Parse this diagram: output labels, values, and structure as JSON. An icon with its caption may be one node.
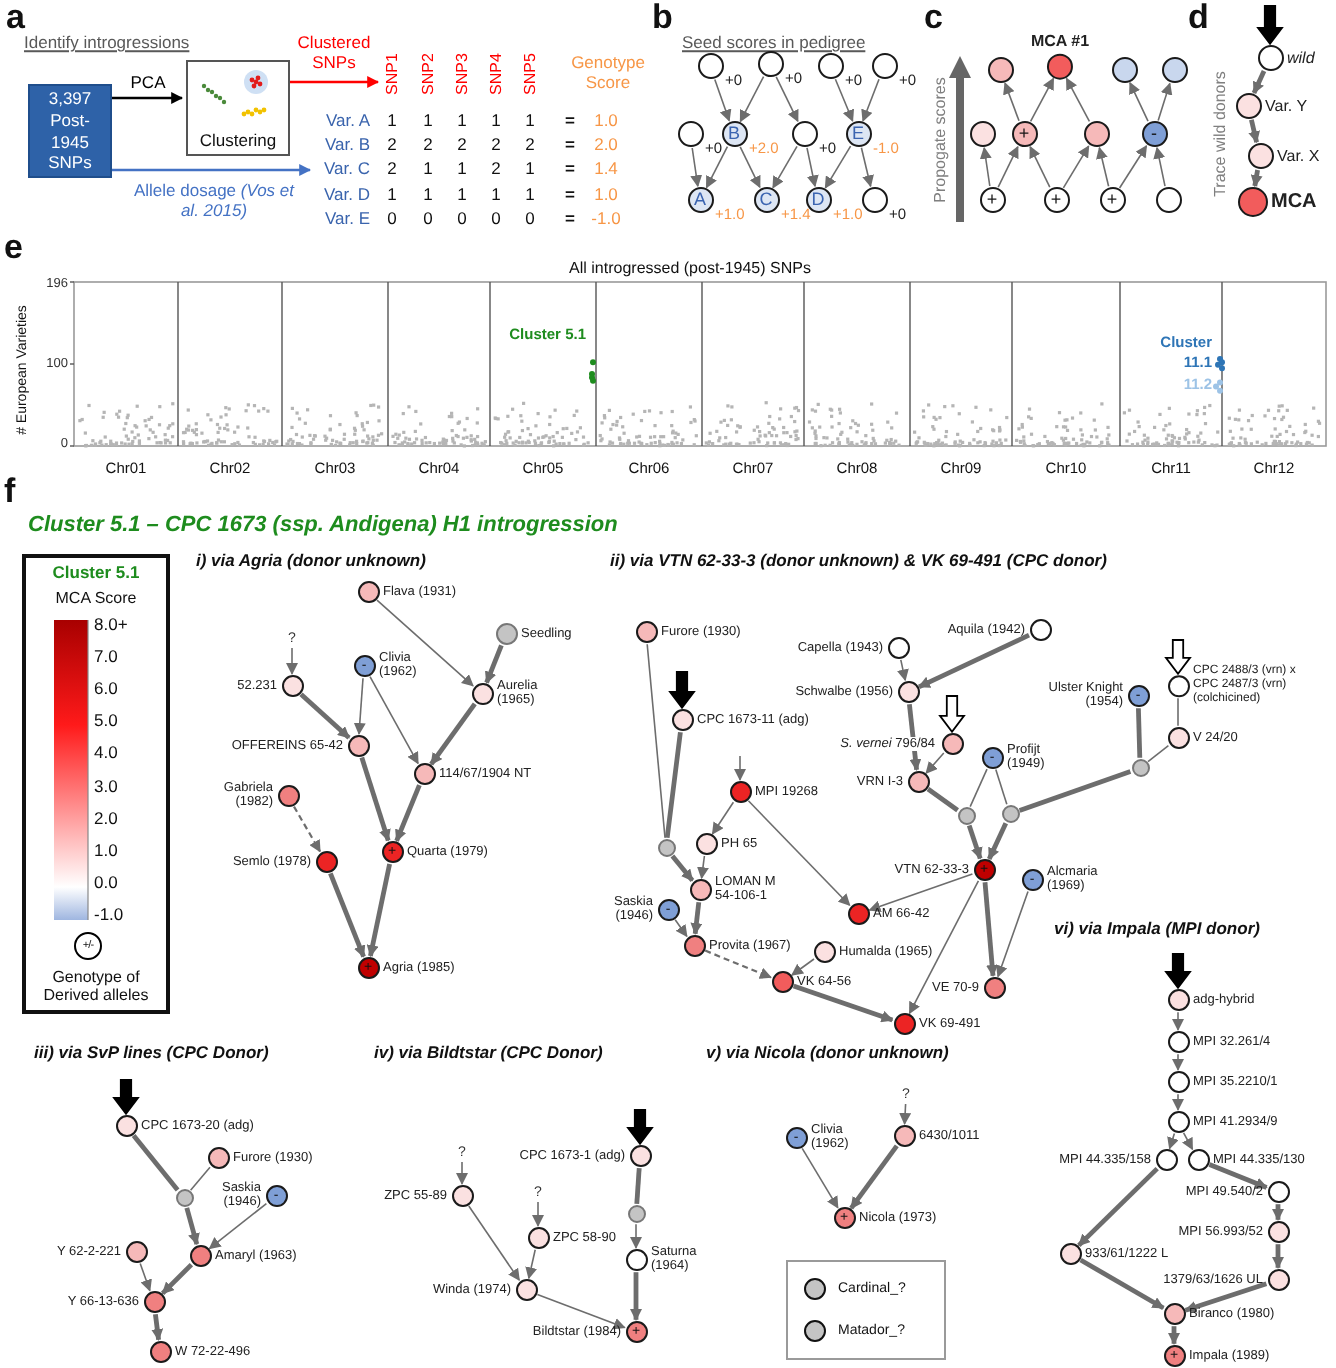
{
  "diagram": {
    "nodes": [
      {
        "text": [
          "3,397 Post-1945 SNPs"
        ]
      },
      {
        "text": [
          "Clustering"
        ]
      },
      {
        "text": [
          "SNP1"
        ]
      },
      {
        "text": [
          "Var. C"
        ]
      },
      {
        "text": [],
        "shape": "circle",
        "beside": [
          "+0"
        ]
      },
      {
        "text": [],
        "shape": "circle",
        "beside": [
          "+0"
        ]
      },
      {
        "text": [],
        "shape": "circle",
        "beside": [
          "+0"
        ]
      },
      {
        "text": [],
        "shape": "circle",
        "beside": [
          "+0"
        ]
      },
      {
        "text": [],
        "shape": "circle",
        "beside": [
          "+0"
        ]
      },
      {
        "text": [
          "B"
        ],
        "beside": [
          "+2.0"
        ]
      },
      {
        "text": [],
        "shape": "circle",
        "beside": [
          "+0"
        ]
      },
      {
        "text": [
          "E"
        ],
        "beside": [
          "-1.0"
        ]
      },
      {
        "text": [
          "A"
        ],
        "beside": [
          "+1.0"
        ]
      },
      {
        "text": [
          "C"
        ],
        "beside": [
          "+1.4"
        ]
      },
      {
        "text": [
          "D"
        ],
        "beside": [
          "+1.0"
        ]
      },
      {
        "text": [],
        "shape": "circle",
        "beside": [
          "+0"
        ]
      },
      {
        "text": [],
        "shape": "circle"
      },
      {
        "text": [
          "MCA #1"
        ]
      },
      {
        "text": [],
        "shape": "circle"
      },
      {
        "text": [],
        "shape": "circle"
      },
      {
        "text": [],
        "shape": "circle"
      },
      {
        "text": [
          "+"
        ]
      },
      {
        "text": [],
        "shape": "circle"
      },
      {
        "text": [
          "-"
        ]
      },
      {
        "text": [
          "+"
        ]
      },
      {
        "text": [
          "+"
        ]
      },
      {
        "text": [
          "+"
        ]
      },
      {
        "text": [],
        "shape": "circle"
      },
      {
        "text": [
          "wild"
        ]
      },
      {
        "text": [
          "Var. Y"
        ]
      },
      {
        "text": [
          "Var. X"
        ]
      },
      {
        "text": [
          "MCA"
        ]
      },
      {
        "text": [
          "Flava (1931)"
        ]
      },
      {
        "text": [
          "Seedling"
        ]
      },
      {
        "text": [
          "?"
        ]
      },
      {
        "text": [
          "-",
          "Clivia (1962)"
        ]
      },
      {
        "text": [
          "52.231"
        ]
      },
      {
        "text": [
          "Aurelia (1965)"
        ]
      },
      {
        "text": [
          "OFFEREINS 65-42"
        ]
      },
      {
        "text": [
          "114/67/1904 NT"
        ]
      },
      {
        "text": [
          "Gabriela (1982)"
        ]
      },
      {
        "text": [
          "+",
          "Quarta (1979)"
        ]
      },
      {
        "text": [
          "Semlo (1978)"
        ]
      },
      {
        "text": [
          "+",
          "Agria (1985)"
        ]
      },
      {
        "text": [
          "Furore (1930)"
        ]
      },
      {
        "text": [
          "Aquila (1942)"
        ]
      },
      {
        "text": [
          "Capella (1943)"
        ]
      },
      {
        "text": [
          "Schwalbe (1956)"
        ]
      },
      {
        "text": [
          "CPC 2488/3 (vrn) x CPC 2487/3 (vrn) (colchicined)"
        ]
      },
      {
        "text": [
          "Ulster Knight (1954)",
          "-"
        ]
      },
      {
        "text": [
          "CPC 1673-11 (adg)"
        ]
      },
      {
        "text": [
          "*S. vernei* 796/84"
        ]
      },
      {
        "text": [
          "V 24/20"
        ]
      },
      {
        "text": [
          "-",
          "Profijt (1949)"
        ]
      },
      {
        "text": [
          "VRN I-3"
        ]
      },
      {
        "text": [
          "MPI 19268"
        ]
      },
      {
        "text": [],
        "shape": "circle"
      },
      {
        "text": [],
        "shape": "circle"
      },
      {
        "text": [],
        "shape": "circle"
      },
      {
        "text": [],
        "shape": "circle"
      },
      {
        "text": [
          "PH 65"
        ]
      },
      {
        "text": [
          "VTN 62-33-3",
          "+"
        ]
      },
      {
        "text": [
          "-",
          "Alcmaria (1969)"
        ]
      },
      {
        "text": [
          "LOMAN M 54-106-1"
        ]
      },
      {
        "text": [
          "Saskia (1946)",
          "-"
        ]
      },
      {
        "text": [
          "AM 66-42"
        ]
      },
      {
        "text": [
          "Provita (1967)"
        ]
      },
      {
        "text": [
          "Humalda (1965)"
        ]
      },
      {
        "text": [
          "VK 64-56"
        ]
      },
      {
        "text": [
          "VE 70-9"
        ]
      },
      {
        "text": [
          "VK 69-491"
        ]
      },
      {
        "text": [
          "adg-hybrid"
        ]
      },
      {
        "text": [
          "MPI 32.261/4"
        ]
      },
      {
        "text": [
          "MPI 35.2210/1"
        ]
      },
      {
        "text": [
          "MPI 41.2934/9"
        ]
      },
      {
        "text": [
          "MPI 44.335/158"
        ]
      },
      {
        "text": [
          "MPI 44.335/130"
        ]
      },
      {
        "text": [
          "MPI 49.540/2"
        ]
      },
      {
        "text": [
          "MPI 56.993/52"
        ]
      },
      {
        "text": [
          "933/61/1222 L"
        ]
      },
      {
        "text": [
          "1379/63/1626 UL"
        ]
      },
      {
        "text": [
          "Biranco (1980)"
        ]
      },
      {
        "text": [
          "+",
          "Impala (1989)"
        ]
      },
      {
        "text": [
          "CPC 1673-20 (adg)"
        ]
      },
      {
        "text": [
          "Furore (1930)"
        ]
      },
      {
        "text": [],
        "shape": "circle"
      },
      {
        "text": [
          "Saskia (1946)",
          "-"
        ]
      },
      {
        "text": [
          "Y 62-2-221"
        ]
      },
      {
        "text": [
          "Amaryl (1963)"
        ]
      },
      {
        "text": [
          "Y 66-13-636"
        ]
      },
      {
        "text": [
          "W 72-22-496"
        ]
      },
      {
        "text": [
          "?"
        ]
      },
      {
        "text": [
          "CPC 1673-1 (adg)"
        ]
      },
      {
        "text": [
          "ZPC 55-89"
        ]
      },
      {
        "text": [
          "?"
        ]
      },
      {
        "text": [
          "ZPC 58-90"
        ]
      },
      {
        "text": [],
        "shape": "circle"
      },
      {
        "text": [
          "Saturna (1964)"
        ]
      },
      {
        "text": [
          "Winda (1974)"
        ]
      },
      {
        "text": [
          "Bildtstar (1984)",
          "+"
        ]
      },
      {
        "text": [
          "?"
        ]
      },
      {
        "text": [
          "-",
          "Clivia (1962)"
        ]
      },
      {
        "text": [
          "6430/1011"
        ]
      },
      {
        "text": [
          "+",
          "Nicola (1973)"
        ]
      }
    ],
    "edges": [
      {
        "from": 0,
        "to": 1,
        "arrow": "to",
        "label": "PCA",
        "color": "#000000"
      },
      {
        "from": 1,
        "to": 2,
        "arrow": "to",
        "label": "Clustered SNPs",
        "color": "#ff0000"
      },
      {
        "from": 0,
        "to": 3,
        "arrow": "to",
        "label": "Allele dosage *(Vos et al. 2015)*",
        "color": "#4472c4"
      },
      {
        "from": 4,
        "to": 9,
        "arrow": "to"
      },
      {
        "from": 5,
        "to": 9,
        "arrow": "to"
      },
      {
        "from": 5,
        "to": 10,
        "arrow": "to"
      },
      {
        "from": 6,
        "to": 11,
        "arrow": "to"
      },
      {
        "from": 7,
        "to": 11,
        "arrow": "to"
      },
      {
        "from": 8,
        "to": 12,
        "arrow": "to"
      },
      {
        "from": 9,
        "to": 12,
        "arrow": "to"
      },
      {
        "from": 9,
        "to": 13,
        "arrow": "to"
      },
      {
        "from": 10,
        "to": 13,
        "arrow": "to"
      },
      {
        "from": 10,
        "to": 14,
        "arrow": "to"
      },
      {
        "from": 11,
        "to": 14,
        "arrow": "to"
      },
      {
        "from": 11,
        "to": 15,
        "arrow": "to"
      },
      {
        "from": 24,
        "to": 20,
        "arrow": "to"
      },
      {
        "from": 24,
        "to": 21,
        "arrow": "to"
      },
      {
        "from": 25,
        "to": 21,
        "arrow": "to"
      },
      {
        "from": 25,
        "to": 22,
        "arrow": "to"
      },
      {
        "from": 26,
        "to": 22,
        "arrow": "to"
      },
      {
        "from": 26,
        "to": 23,
        "arrow": "to"
      },
      {
        "from": 27,
        "to": 23,
        "arrow": "to"
      },
      {
        "from": 21,
        "to": 16,
        "arrow": "to"
      },
      {
        "from": 21,
        "to": 17,
        "arrow": "to"
      },
      {
        "from": 22,
        "to": 17,
        "arrow": "to"
      },
      {
        "from": 23,
        "to": 18,
        "arrow": "to"
      },
      {
        "from": 23,
        "to": 19,
        "arrow": "to"
      },
      {
        "from": null,
        "to": 28,
        "arrow": "to",
        "style": "thick"
      },
      {
        "from": 28,
        "to": 29,
        "arrow": "to",
        "style": "thick"
      },
      {
        "from": 29,
        "to": 30,
        "arrow": "to",
        "style": "thick"
      },
      {
        "from": 30,
        "to": 31,
        "arrow": "to",
        "style": "thick"
      },
      {
        "from": 34,
        "to": 36,
        "arrow": "to"
      },
      {
        "from": 36,
        "to": 38,
        "arrow": "to",
        "style": "thick"
      },
      {
        "from": 35,
        "to": 38,
        "arrow": "to"
      },
      {
        "from": 35,
        "to": 39,
        "arrow": "to"
      },
      {
        "from": 32,
        "to": 37,
        "arrow": "to"
      },
      {
        "from": 33,
        "to": 37,
        "arrow": "to",
        "style": "thick"
      },
      {
        "from": 37,
        "to": 39,
        "arrow": "to",
        "style": "thick"
      },
      {
        "from": 38,
        "to": 41,
        "arrow": "to",
        "style": "thick"
      },
      {
        "from": 39,
        "to": 41,
        "arrow": "to",
        "style": "thick"
      },
      {
        "from": 40,
        "to": 42,
        "arrow": "to",
        "style": "dashed"
      },
      {
        "from": 42,
        "to": 43,
        "arrow": "to",
        "style": "thick"
      },
      {
        "from": 41,
        "to": 43,
        "arrow": "to",
        "style": "thick"
      },
      {
        "from": null,
        "to": 50,
        "arrow": "to",
        "style": "thick"
      },
      {
        "from": null,
        "to": 51,
        "arrow": "to",
        "style": "thick",
        "color": "#ffffff"
      },
      {
        "from": null,
        "to": 48,
        "arrow": "to",
        "style": "thick",
        "color": "#ffffff"
      },
      {
        "from": 44,
        "to": 59,
        "arrow": "none"
      },
      {
        "from": 50,
        "to": 59,
        "arrow": "none",
        "style": "thick"
      },
      {
        "from": 59,
        "to": 63,
        "arrow": "to",
        "style": "thick"
      },
      {
        "from": 46,
        "to": 47,
        "arrow": "to"
      },
      {
        "from": 45,
        "to": 47,
        "arrow": "to",
        "style": "thick"
      },
      {
        "from": 47,
        "to": 54,
        "arrow": "to",
        "style": "thick"
      },
      {
        "from": 51,
        "to": 54,
        "arrow": "to"
      },
      {
        "from": 48,
        "to": 52,
        "arrow": "none"
      },
      {
        "from": 52,
        "to": 56,
        "arrow": "none"
      },
      {
        "from": 49,
        "to": 56,
        "arrow": "none",
        "style": "thick"
      },
      {
        "from": 54,
        "to": 57,
        "arrow": "none",
        "style": "thick"
      },
      {
        "from": 53,
        "to": 57,
        "arrow": "none"
      },
      {
        "from": 53,
        "to": 58,
        "arrow": "none"
      },
      {
        "from": 56,
        "to": 58,
        "arrow": "none",
        "style": "thick"
      },
      {
        "from": 57,
        "to": 61,
        "arrow": "to",
        "style": "thick"
      },
      {
        "from": 58,
        "to": 61,
        "arrow": "to",
        "style": "thick"
      },
      {
        "from": null,
        "to": 55,
        "arrow": "to"
      },
      {
        "from": 55,
        "to": 60,
        "arrow": "to"
      },
      {
        "from": 55,
        "to": 65,
        "arrow": "to"
      },
      {
        "from": 60,
        "to": 63,
        "arrow": "to"
      },
      {
        "from": 63,
        "to": 66,
        "arrow": "to",
        "style": "thick"
      },
      {
        "from": 64,
        "to": 66,
        "arrow": "to"
      },
      {
        "from": 66,
        "to": 68,
        "arrow": "to",
        "style": "dashed"
      },
      {
        "from": 67,
        "to": 68,
        "arrow": "to"
      },
      {
        "from": 61,
        "to": 65,
        "arrow": "to"
      },
      {
        "from": 61,
        "to": 70,
        "arrow": "to"
      },
      {
        "from": 61,
        "to": 69,
        "arrow": "to",
        "style": "thick"
      },
      {
        "from": 62,
        "to": 69,
        "arrow": "to"
      },
      {
        "from": 68,
        "to": 70,
        "arrow": "to",
        "style": "thick"
      },
      {
        "from": null,
        "to": 71,
        "arrow": "to",
        "style": "thick"
      },
      {
        "from": 71,
        "to": 72,
        "arrow": "to"
      },
      {
        "from": 72,
        "to": 73,
        "arrow": "to"
      },
      {
        "from": 73,
        "to": 74,
        "arrow": "to"
      },
      {
        "from": 74,
        "to": 75,
        "arrow": "to"
      },
      {
        "from": 74,
        "to": 76,
        "arrow": "to"
      },
      {
        "from": 76,
        "to": 77,
        "arrow": "to",
        "style": "thick"
      },
      {
        "from": 77,
        "to": 78,
        "arrow": "to",
        "style": "thick"
      },
      {
        "from": 78,
        "to": 80,
        "arrow": "to",
        "style": "thick"
      },
      {
        "from": 75,
        "to": 79,
        "arrow": "to",
        "style": "thick"
      },
      {
        "from": 79,
        "to": 81,
        "arrow": "to",
        "style": "thick"
      },
      {
        "from": 80,
        "to": 81,
        "arrow": "to",
        "style": "thick"
      },
      {
        "from": 81,
        "to": 82,
        "arrow": "to",
        "style": "thick"
      },
      {
        "from": null,
        "to": 83,
        "arrow": "to",
        "style": "thick"
      },
      {
        "from": 83,
        "to": 85,
        "arrow": "none",
        "style": "thick"
      },
      {
        "from": 84,
        "to": 85,
        "arrow": "none"
      },
      {
        "from": 85,
        "to": 88,
        "arrow": "to",
        "style": "thick"
      },
      {
        "from": 86,
        "to": 88,
        "arrow": "to"
      },
      {
        "from": 88,
        "to": 89,
        "arrow": "to",
        "style": "thick"
      },
      {
        "from": 87,
        "to": 89,
        "arrow": "to"
      },
      {
        "from": 89,
        "to": 90,
        "arrow": "to",
        "style": "thick"
      },
      {
        "from": 91,
        "to": 93,
        "arrow": "to"
      },
      {
        "from": 94,
        "to": 95,
        "arrow": "to"
      },
      {
        "from": null,
        "to": 92,
        "arrow": "to",
        "style": "thick"
      },
      {
        "from": 92,
        "to": 96,
        "arrow": "none",
        "style": "thick"
      },
      {
        "from": 96,
        "to": 97,
        "arrow": "to"
      },
      {
        "from": 97,
        "to": 99,
        "arrow": "to",
        "style": "thick"
      },
      {
        "from": 93,
        "to": 98,
        "arrow": "to"
      },
      {
        "from": 95,
        "to": 98,
        "arrow": "to"
      },
      {
        "from": 98,
        "to": 99,
        "arrow": "to"
      },
      {
        "from": 100,
        "to": 102,
        "arrow": "to"
      },
      {
        "from": 101,
        "to": 103,
        "arrow": "to"
      },
      {
        "from": 102,
        "to": 103,
        "arrow": "to",
        "style": "thick"
      }
    ],
    "labels": [
      "a",
      "Identify introgressions",
      "SNP2",
      "SNP3",
      "SNP4",
      "SNP5",
      "Genotype Score",
      "Var. A",
      "1",
      "1",
      "1",
      "1",
      "1",
      "=",
      "1.0",
      "Var. B",
      "2",
      "2",
      "2",
      "2",
      "2",
      "=",
      "2.0",
      "2",
      "1",
      "1",
      "2",
      "1",
      "=",
      "1.4",
      "Var. D",
      "1",
      "1",
      "1",
      "1",
      "1",
      "=",
      "1.0",
      "Var. E",
      "0",
      "0",
      "0",
      "0",
      "0",
      "=",
      "-1.0",
      "b",
      "Seed scores in pedigree",
      "c",
      "Propogate scores",
      "d",
      "Trace wild donors",
      "e",
      "All introgressed (post-1945) SNPs",
      "# European Varieties",
      "196",
      "100",
      "0",
      "Chr01",
      "Chr02",
      "Chr03",
      "Chr04",
      "Chr05",
      "Chr06",
      "Chr07",
      "Chr08",
      "Chr09",
      "Chr10",
      "Chr11",
      "Chr12",
      "Cluster 5.1",
      "Cluster",
      "11.1",
      "11.2",
      "f",
      "Cluster 5.1 – CPC 1673 (ssp. Andigena) H1 introgression",
      "Cluster 5.1",
      "MCA Score",
      "8.0+",
      "7.0",
      "6.0",
      "5.0",
      "4.0",
      "3.0",
      "2.0",
      "1.0",
      "0.0",
      "-1.0",
      "+/-",
      "Genotype of Derived alleles",
      "i) via Agria (donor unknown)",
      "ii) via VTN 62-33-3 (donor unknown) & VK 69-491 (CPC donor)",
      "vi) via Impala (MPI donor)",
      "iii) via SvP lines (CPC Donor)",
      "iv) via Bildtstar (CPC Donor)",
      "v) via Nicola (donor unknown)"
    ],
    "legend": [
      {
        "text": "Cardinal_?"
      },
      {
        "text": "Matador_?"
      }
    ]
  }
}
